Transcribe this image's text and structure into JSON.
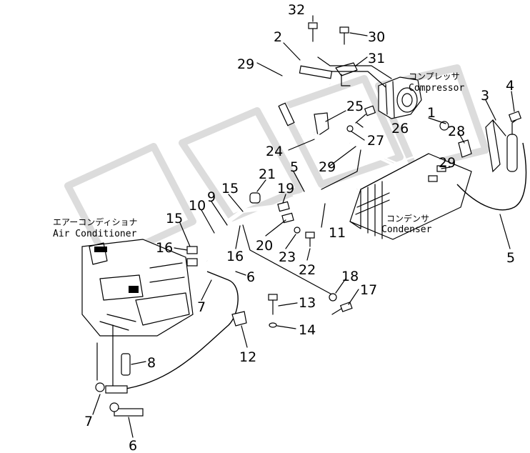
{
  "labels": {
    "compressor_jp": "コンプレッサ",
    "compressor_en": "Compressor",
    "condenser_jp": "コンデンサ",
    "condenser_en": "Condenser",
    "aircon_jp": "エアーコンディショナ",
    "aircon_en": "Air Conditioner"
  },
  "callouts": {
    "c1": "1",
    "c2": "2",
    "c3": "3",
    "c4": "4",
    "c5a": "5",
    "c5b": "5",
    "c6a": "6",
    "c6b": "6",
    "c7a": "7",
    "c7b": "7",
    "c8": "8",
    "c9": "9",
    "c10": "10",
    "c11": "11",
    "c12": "12",
    "c13": "13",
    "c14": "14",
    "c15a": "15",
    "c15b": "15",
    "c16a": "16",
    "c16b": "16",
    "c17": "17",
    "c18": "18",
    "c19": "19",
    "c20": "20",
    "c21": "21",
    "c22": "22",
    "c23": "23",
    "c24": "24",
    "c25": "25",
    "c26": "26",
    "c27": "27",
    "c28": "28",
    "c29a": "29",
    "c29b": "29",
    "c29c": "29",
    "c30": "30",
    "c31": "31",
    "c32": "32"
  }
}
